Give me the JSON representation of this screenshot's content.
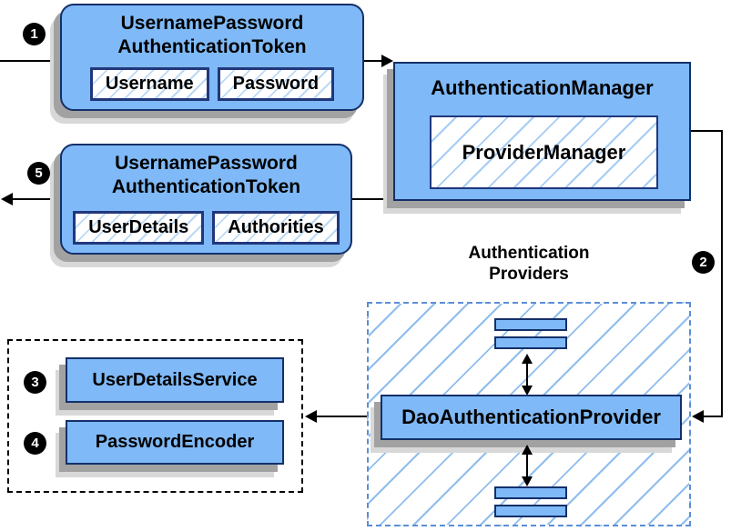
{
  "steps": [
    "1",
    "2",
    "3",
    "4",
    "5"
  ],
  "nodes": {
    "request_token": {
      "title_line1": "UsernamePassword",
      "title_line2": "AuthenticationToken",
      "fields": [
        "Username",
        "Password"
      ]
    },
    "authentication_manager": {
      "title": "AuthenticationManager",
      "inner": "ProviderManager"
    },
    "result_token": {
      "title_line1": "UsernamePassword",
      "title_line2": "AuthenticationToken",
      "fields": [
        "UserDetails",
        "Authorities"
      ]
    },
    "providers_group": {
      "label_line1": "Authentication",
      "label_line2": "Providers"
    },
    "dao_provider": {
      "title": "DaoAuthenticationProvider"
    },
    "user_details_service": {
      "title": "UserDetailsService"
    },
    "password_encoder": {
      "title": "PasswordEncoder"
    }
  },
  "colors": {
    "node_fill": "#7fb9f7",
    "node_border": "#14306a",
    "inner_border": "#21377c",
    "hatch_line": "#9cc5f0",
    "shadow": "#a2a2a2",
    "providers_dashed_border": "#5b8ed6",
    "arrow": "#000000",
    "badge_bg": "#000000",
    "badge_text": "#ffffff"
  }
}
